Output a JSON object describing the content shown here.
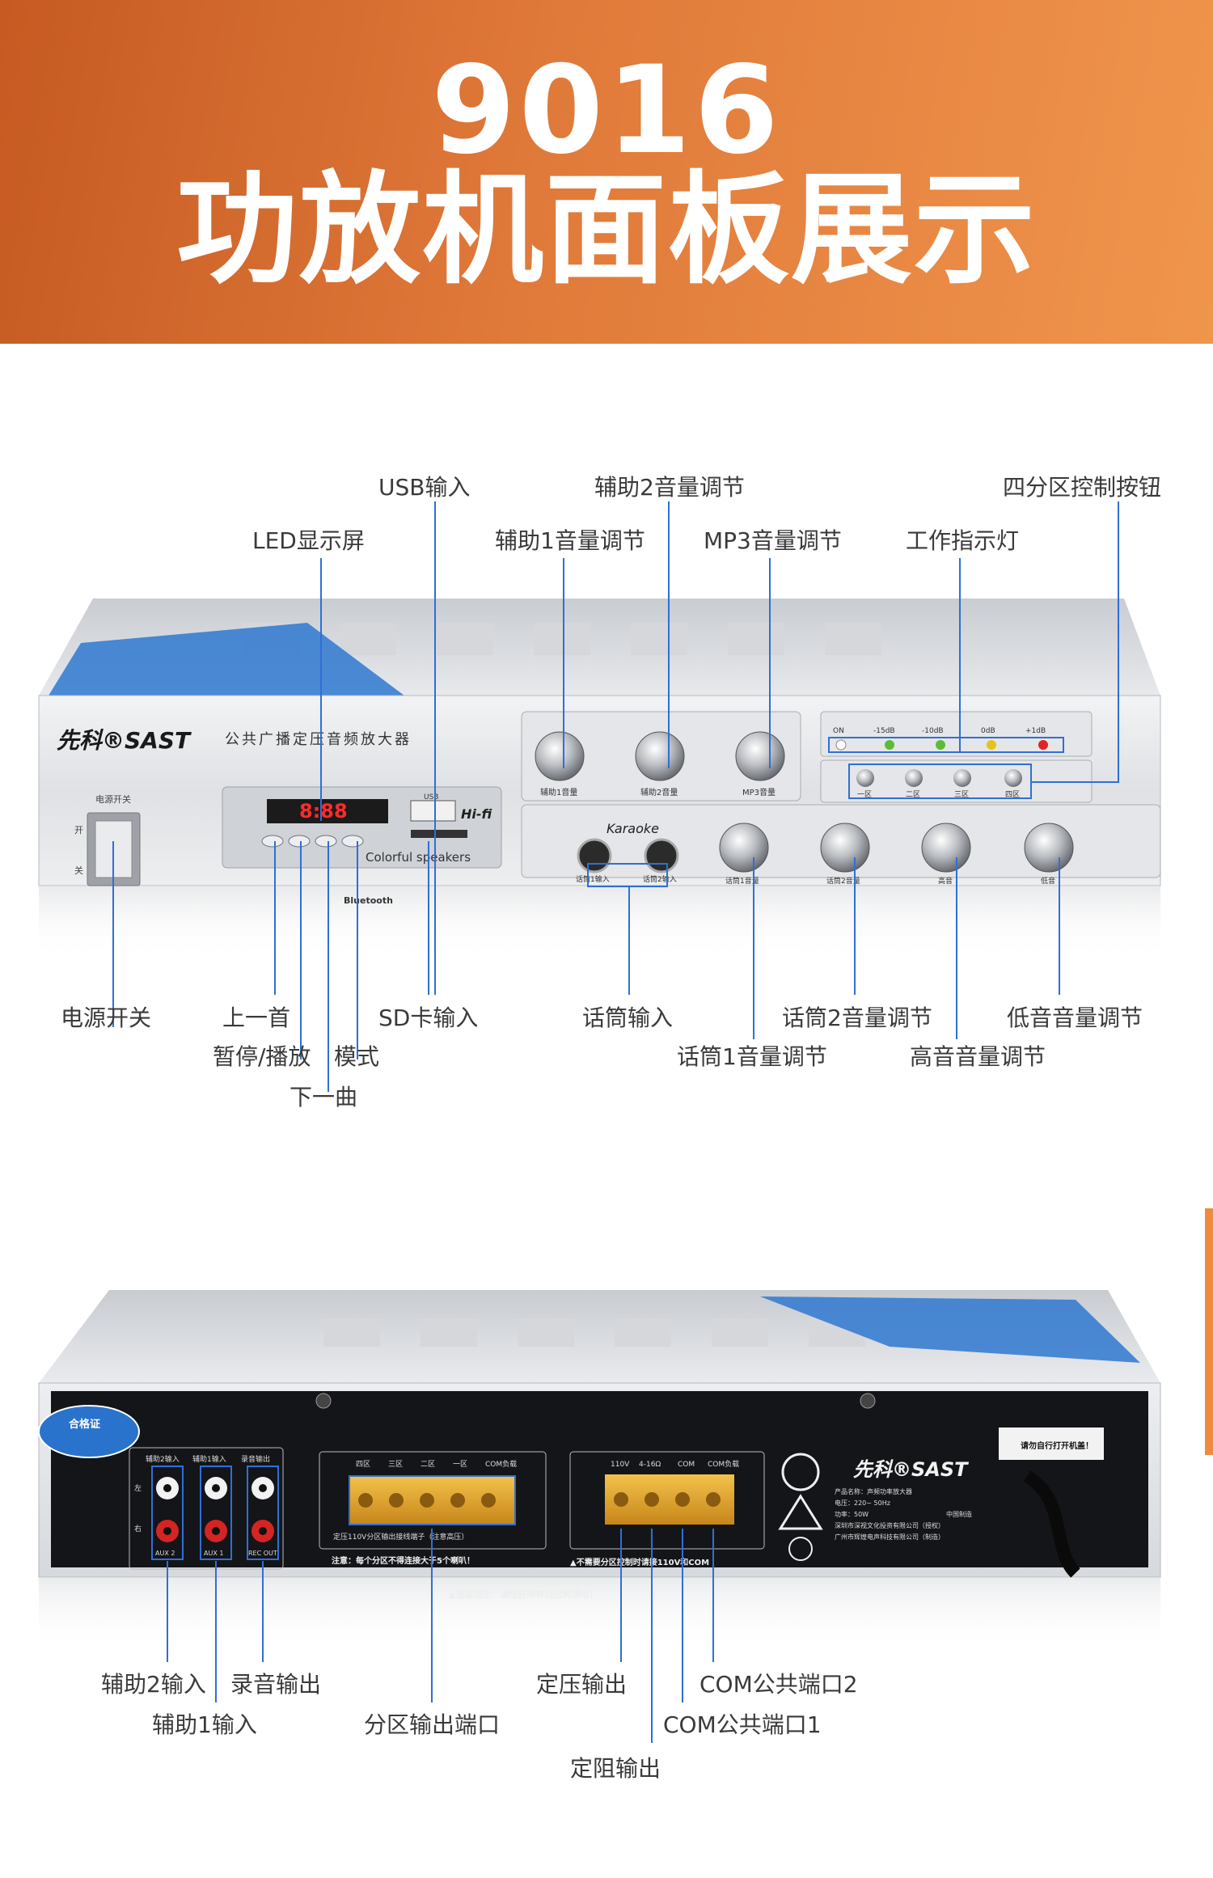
{
  "banner": {
    "model": "9016",
    "title": "功放机面板展示"
  },
  "colors": {
    "banner_start": "#c65a22",
    "banner_end": "#f0954c",
    "callout_line": "#2f6fd6",
    "label_text": "#3a3a3a",
    "tab_accent": "#f08a3e"
  },
  "front": {
    "brand": "先科®SAST",
    "subtitle": "公共广播定压音频放大器",
    "power_caption": "电源开关",
    "power_on": "开",
    "power_off": "关",
    "display_digits": "8:88",
    "hifi": "Hi-fi",
    "usb": "USB",
    "colorful": "Colorful speakers",
    "bluetooth": "Bluetooth",
    "karaoke": "Karaoke",
    "indicators": [
      "ON",
      "-15dB",
      "-10dB",
      "0dB",
      "+1dB"
    ],
    "zones": [
      "一区",
      "二区",
      "三区",
      "四区"
    ],
    "knobs_top": [
      "辅助1音量",
      "辅助2音量",
      "MP3音量"
    ],
    "mic_jacks": [
      "话筒1输入",
      "话筒2输入"
    ],
    "knobs_bottom": [
      "话筒1音量",
      "话筒2音量",
      "高音",
      "低音"
    ],
    "callouts": {
      "usb_in": "USB输入",
      "aux2_vol": "辅助2音量调节",
      "zone_buttons": "四分区控制按钮",
      "led": "LED显示屏",
      "aux1_vol": "辅助1音量调节",
      "mp3_vol": "MP3音量调节",
      "indicator": "工作指示灯",
      "power": "电源开关",
      "prev": "上一首",
      "sd": "SD卡输入",
      "mic_in": "话筒输入",
      "mic2_vol": "话筒2音量调节",
      "bass": "低音音量调节",
      "play": "暂停/播放",
      "mode": "模式",
      "mic1_vol": "话筒1音量调节",
      "treble": "高音音量调节",
      "next": "下一曲"
    }
  },
  "rear": {
    "brand": "先科®SAST",
    "cert_badge": "合格证",
    "rca_headers": [
      "辅助2输入",
      "辅助1输入",
      "录音输出"
    ],
    "rca_labels": [
      "AUX 2",
      "AUX 1",
      "REC OUT"
    ],
    "left": "左",
    "right": "右",
    "zone_headers": [
      "四区",
      "三区",
      "二区",
      "一区",
      "COM负载"
    ],
    "zone_note": "定压110V分区输出接线端子（注意高压）",
    "zone_warning": "注意：每个分区不得连接大于5个喇叭！",
    "out_headers": [
      "110V",
      "4-16Ω",
      "COM",
      "COM负载"
    ],
    "out_warning": "▲不需要分区控制时请接110V和COM",
    "tip": "▲温馨提示：请接好所有线后再通电！",
    "warning_label": "请勿自行打开机盖！",
    "info_lines": [
      "产品名称：声频功率放大器",
      "电压：220~ 50Hz",
      "功率：50W",
      "中国制造",
      "深圳市深视文化投资有限公司（授权）",
      "广州市辉煌电声科技有限公司（制造）"
    ],
    "callouts": {
      "aux2_in": "辅助2输入",
      "rec_out": "录音输出",
      "const_volt": "定压输出",
      "com2": "COM公共端口2",
      "aux1_in": "辅助1输入",
      "zone_out": "分区输出端口",
      "com1": "COM公共端口1",
      "const_imp": "定阻输出"
    }
  }
}
